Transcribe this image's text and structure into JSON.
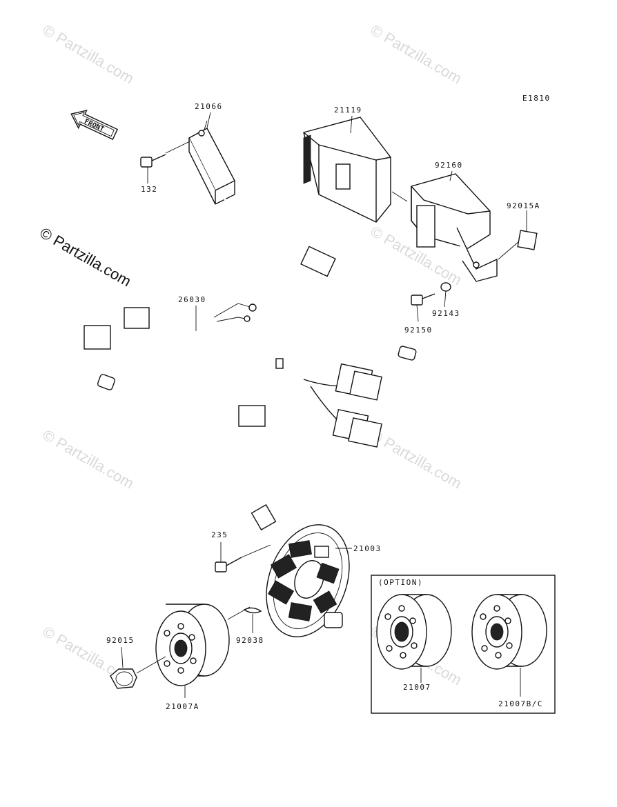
{
  "diagram_code": "E1810",
  "front_label": "FRONT",
  "option_label": "(OPTION)",
  "watermark": "© Partzilla.com",
  "parts": {
    "p21066": "21066",
    "p21119": "21119",
    "p92160": "92160",
    "p92015A": "92015A",
    "p132": "132",
    "p92143": "92143",
    "p92150": "92150",
    "p26030": "26030",
    "p235": "235",
    "p21003": "21003",
    "p92038": "92038",
    "p92015": "92015",
    "p21007A": "21007A",
    "p21007": "21007",
    "p21007BC": "21007B/C"
  }
}
